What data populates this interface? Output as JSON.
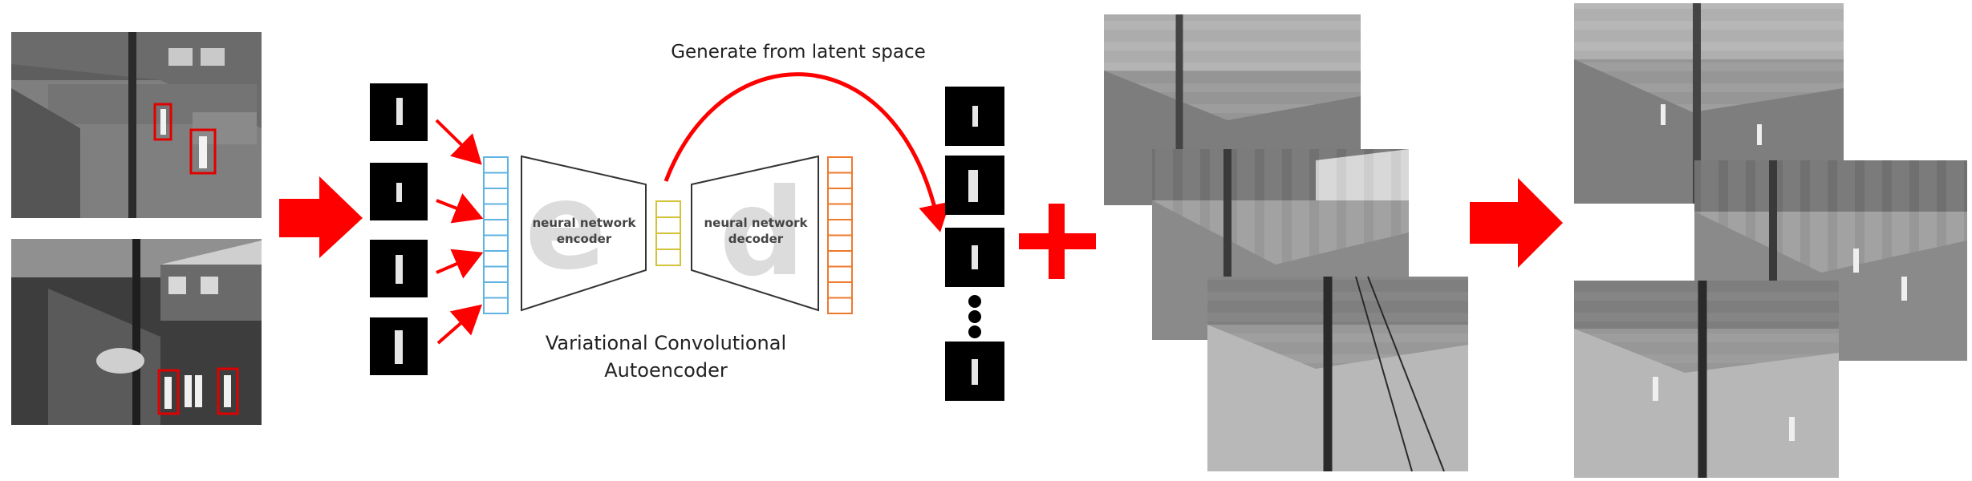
{
  "labels": {
    "generate": "Generate from latent space",
    "vae_line1": "Variational Convolutional",
    "vae_line2": "Autoencoder",
    "encoder_line1": "neural network",
    "encoder_line2": "encoder",
    "decoder_line1": "neural network",
    "decoder_line2": "decoder",
    "encoder_watermark": "e",
    "decoder_watermark": "d"
  },
  "colors": {
    "arrow": "#ff0000",
    "encoder_input_vector": "#5fb3e0",
    "latent_vector": "#d4c23a",
    "decoder_output_vector": "#ee7a2c",
    "trapezoid": "#333333",
    "watermark": "#dcdcdc"
  },
  "counts": {
    "input_vector_cells": 10,
    "latent_vector_cells": 4,
    "output_vector_cells": 10,
    "input_crops": 4,
    "generated_crops": 4
  }
}
